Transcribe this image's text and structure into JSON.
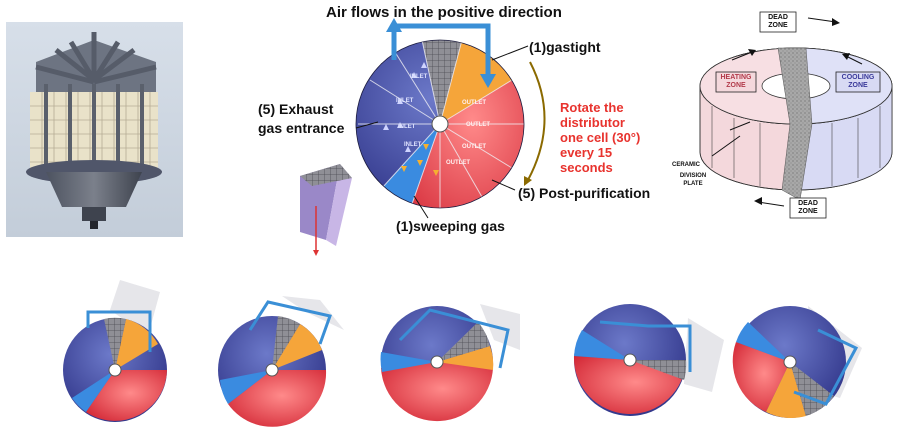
{
  "main_diagram": {
    "title": "Air flows in the positive direction",
    "gastight": "(1)gastight",
    "exhaust_line1": "(5) Exhaust",
    "exhaust_line2": "gas entrance",
    "rotate_note": [
      "Rotate the",
      "distributor",
      "one cell (30°)",
      "every 15",
      "seconds"
    ],
    "post_purification": "(5) Post-purification",
    "sweeping_gas": "(1)sweeping gas",
    "inlet_label": "INLET",
    "outlet_label": "OUTLET"
  },
  "zone_diagram": {
    "dead_zone": "DEAD ZONE",
    "heating_zone": "HEATING ZONE",
    "cooling_zone": "COOLING ZONE",
    "ceramic": "CERAMIC",
    "division_plate": "DIVISION PLATE"
  },
  "colors": {
    "inlet_blue": "#3a3d9a",
    "outlet_red": "#e63846",
    "gastight_orange": "#f5a53a",
    "sweep_blue": "#3a8be0",
    "arrow_blue": "#3a8fd6",
    "note_red": "#e8332e"
  }
}
